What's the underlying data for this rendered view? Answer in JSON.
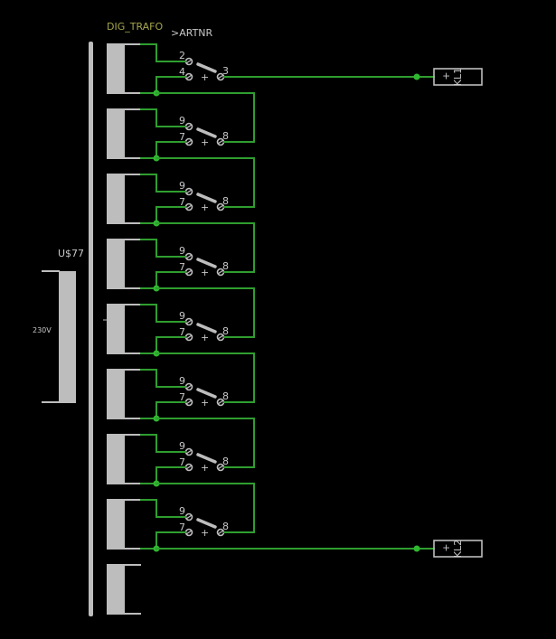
{
  "colors": {
    "background": "#000000",
    "wire": "#2f9e2f",
    "junction": "#2fb82f",
    "part": "#bdbdbd",
    "label_olive": "#a6a64e",
    "label_grey": "#c8c8c8"
  },
  "part_name": "DIG_TRAFO",
  "part_value": ">ARTNR",
  "transformer": {
    "name": "U$77",
    "voltage": "230V"
  },
  "first_switch": {
    "pin_top": "2",
    "pin_common": "4",
    "pin_out": "3",
    "plus": "+"
  },
  "switch_pins": {
    "top": "9",
    "common": "7",
    "out": "8",
    "plus": "+"
  },
  "relays": [
    {
      "name": "KL1",
      "sign": "+"
    },
    {
      "name": "KL2",
      "sign": "+"
    }
  ],
  "stage_count": 8
}
